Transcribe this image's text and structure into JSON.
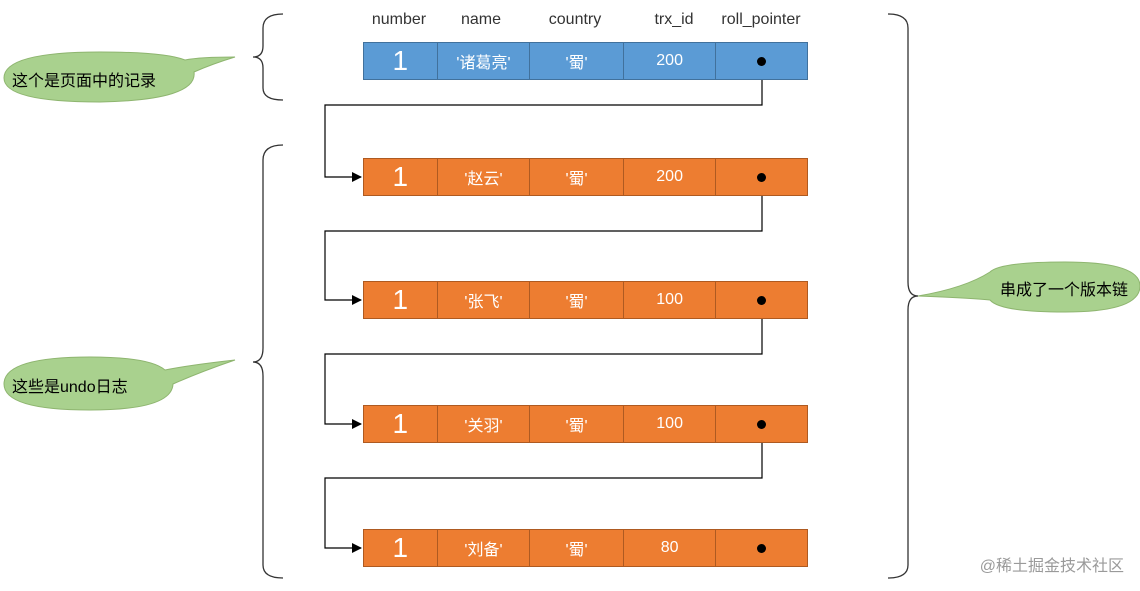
{
  "column_headers": [
    "number",
    "name",
    "country",
    "trx_id",
    "roll_pointer"
  ],
  "page_record": {
    "number": "1",
    "name": "'诸葛亮'",
    "country": "'蜀'",
    "trx_id": "200"
  },
  "undo_records": [
    {
      "number": "1",
      "name": "'赵云'",
      "country": "'蜀'",
      "trx_id": "200"
    },
    {
      "number": "1",
      "name": "'张飞'",
      "country": "'蜀'",
      "trx_id": "100"
    },
    {
      "number": "1",
      "name": "'关羽'",
      "country": "'蜀'",
      "trx_id": "100"
    },
    {
      "number": "1",
      "name": "'刘备'",
      "country": "'蜀'",
      "trx_id": "80"
    }
  ],
  "callouts": {
    "page_record_label": "这个是页面中的记录",
    "undo_log_label": "这些是undo日志",
    "version_chain_label": "串成了一个版本链"
  },
  "watermark": "@稀土掘金技术社区",
  "colors": {
    "page_record_fill": "#5B9BD5",
    "undo_record_fill": "#ED7D31",
    "callout_fill": "#A9D18E"
  }
}
